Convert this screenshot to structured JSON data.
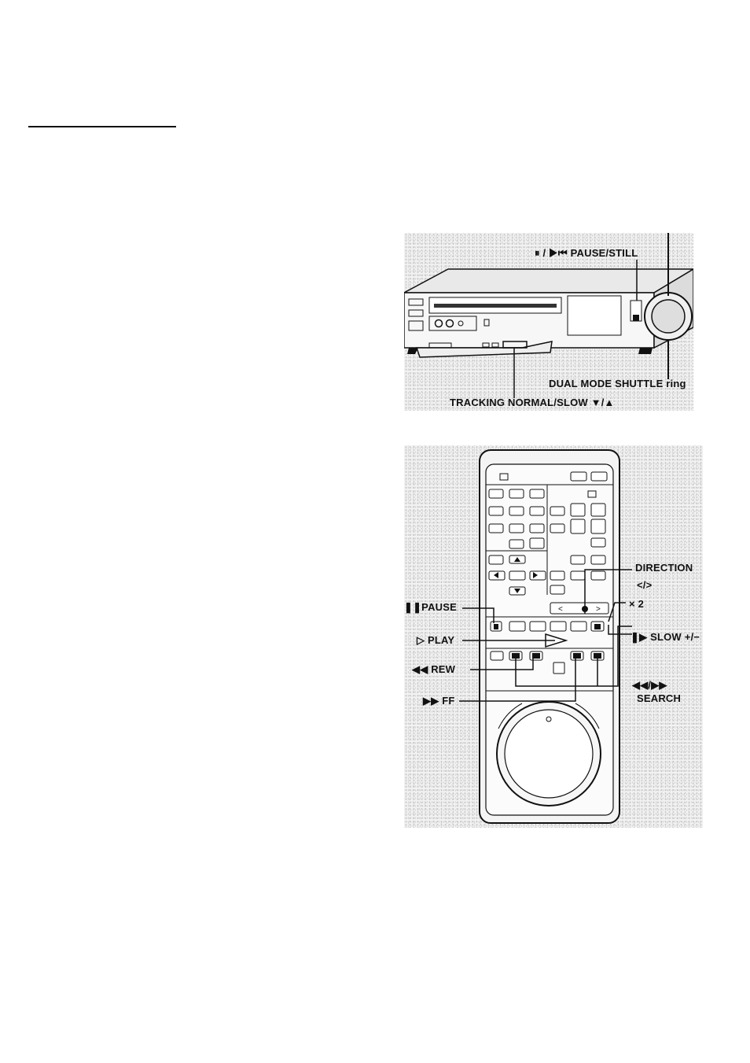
{
  "vcr_labels": {
    "pause_still": "⏸ / ▶⏮ PAUSE/STILL",
    "shuttle_ring": "DUAL MODE SHUTTLE ring",
    "tracking": "TRACKING NORMAL/SLOW ▼/▲"
  },
  "remote_labels": {
    "direction": "DIRECTION",
    "direction_symbols": "</>",
    "x2": "× 2",
    "pause": "❚❚PAUSE",
    "play": "▷ PLAY",
    "slow": "❚▶ SLOW +/−",
    "rew": "◀◀ REW",
    "search_symbols": "◀◀/▶▶",
    "search": "SEARCH",
    "ff": "▶▶ FF"
  }
}
